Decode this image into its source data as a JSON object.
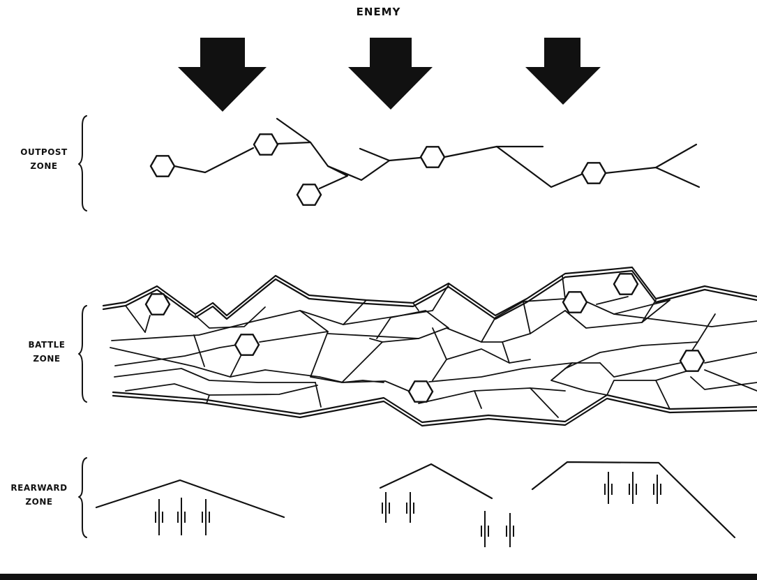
{
  "diagram": {
    "title": "ENEMY",
    "zones": [
      {
        "line1": "OUTPOST",
        "line2": "ZONE"
      },
      {
        "line1": "BATTLE",
        "line2": "ZONE"
      },
      {
        "line1": "REARWARD",
        "line2": "ZONE"
      }
    ],
    "colors": {
      "ink": "#111111",
      "background": "#ffffff"
    }
  }
}
